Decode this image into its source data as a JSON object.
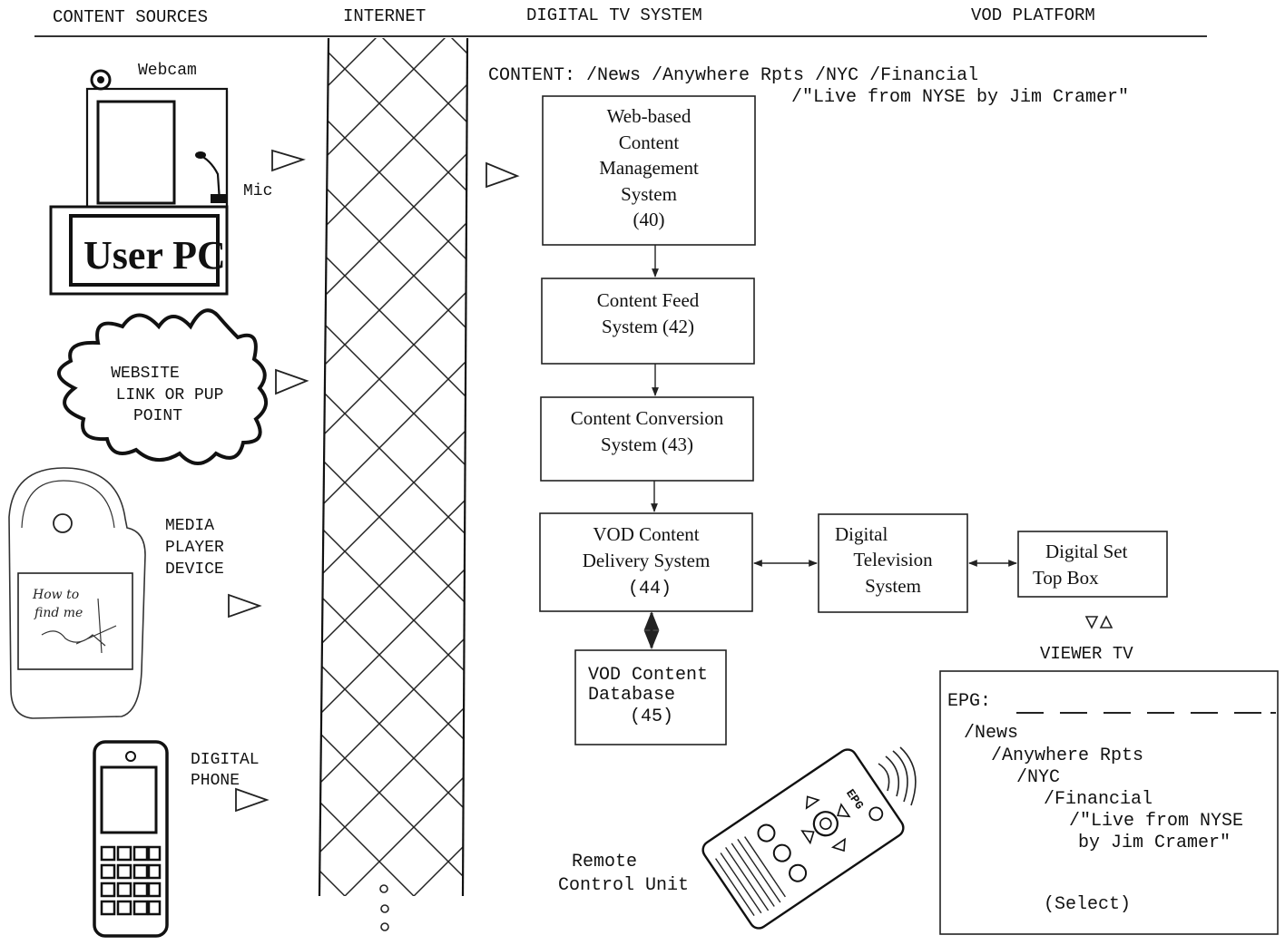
{
  "headers": {
    "content_sources": "CONTENT SOURCES",
    "internet": "INTERNET",
    "digital_tv_system": "DIGITAL TV SYSTEM",
    "vod_platform": "VOD PLATFORM"
  },
  "content_line": {
    "line1": "CONTENT: /News /Anywhere Rpts /NYC /Financial",
    "line2": "/\"Live from NYSE by Jim Cramer\""
  },
  "sources": {
    "webcam": "Webcam",
    "mic": "Mic",
    "user_pc": "User PC",
    "website": [
      "WEBSITE",
      "LINK OR PUP",
      "POINT"
    ],
    "media_player": [
      "MEDIA",
      "PLAYER",
      "DEVICE"
    ],
    "media_screen": [
      "How to",
      "find me"
    ],
    "digital_phone": [
      "DIGITAL",
      "PHONE"
    ]
  },
  "boxes": {
    "cms": [
      "Web-based",
      "Content",
      "Management",
      "System",
      "(40)"
    ],
    "feed": [
      "Content Feed",
      "System (42)"
    ],
    "conversion": [
      "Content Conversion",
      "System (43)"
    ],
    "delivery": [
      "VOD Content",
      "Delivery System",
      "(44)"
    ],
    "database": [
      "VOD Content",
      "Database",
      "(45)"
    ],
    "dtv": [
      "Digital",
      "Television",
      "System"
    ],
    "stb": [
      "Digital Set",
      "Top Box"
    ]
  },
  "viewer": {
    "label": "VIEWER TV",
    "epg": "EPG:",
    "lines": [
      "/News",
      "/Anywhere Rpts",
      "/NYC",
      "/Financial",
      "/\"Live from NYSE",
      "by Jim Cramer\""
    ],
    "select": "(Select)"
  },
  "remote": {
    "label": [
      "Remote",
      "Control Unit"
    ],
    "epg_button": "EPG"
  }
}
